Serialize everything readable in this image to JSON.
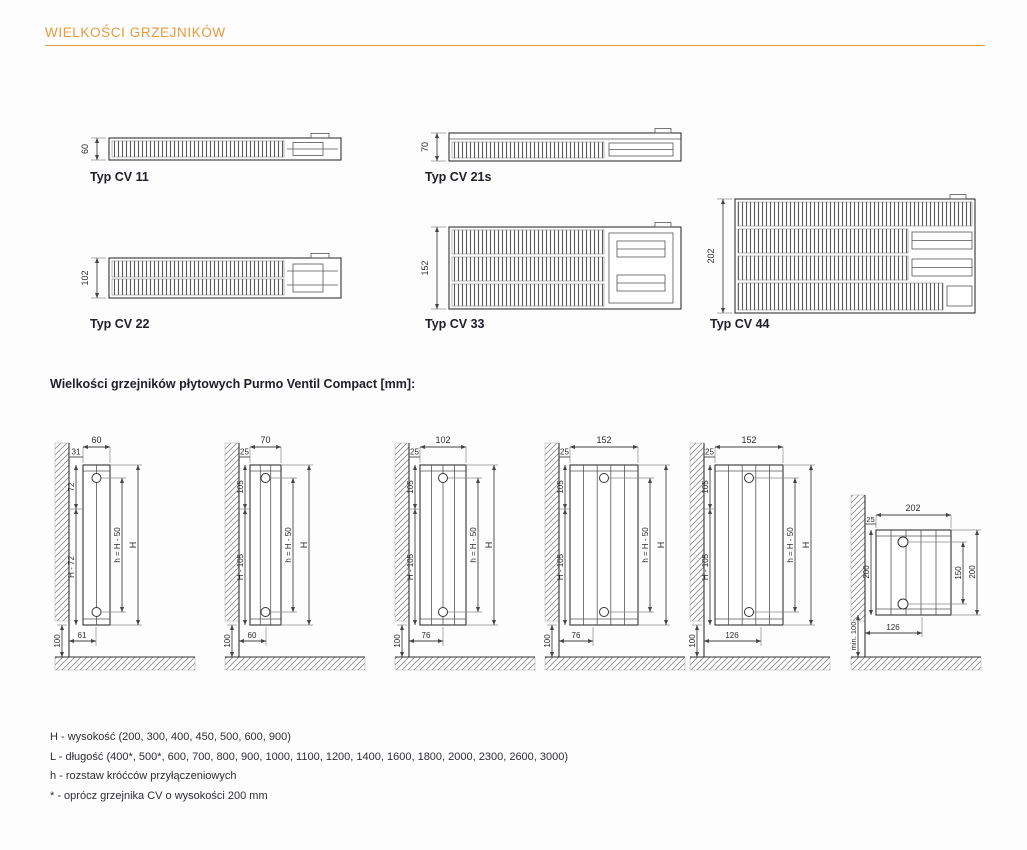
{
  "page": {
    "title": "WIELKOŚCI GRZEJNIKÓW"
  },
  "cross_sections": {
    "items": [
      {
        "label": "Typ CV 11",
        "depth": "60"
      },
      {
        "label": "Typ CV 21s",
        "depth": "70"
      },
      {
        "label": "Typ CV 22",
        "depth": "102"
      },
      {
        "label": "Typ CV 33",
        "depth": "152"
      },
      {
        "label": "Typ CV 44",
        "depth": "202"
      }
    ]
  },
  "dimensions_section": {
    "title": "Wielkości grzejników płytowych Purmo Ventil Compact [mm]:",
    "diagrams": [
      {
        "top_width": "60",
        "wall_gap": "31",
        "top_offset": "72",
        "left_height": "H - 72",
        "pipe_spacing": "h = H - 50",
        "height": "H",
        "floor_clearance": "100",
        "bottom_width": "61"
      },
      {
        "top_width": "70",
        "wall_gap": "25",
        "top_offset": "105",
        "left_height": "H - 105",
        "pipe_spacing": "h = H - 50",
        "height": "H",
        "floor_clearance": "100",
        "bottom_width": "60"
      },
      {
        "top_width": "102",
        "wall_gap": "25",
        "top_offset": "105",
        "left_height": "H - 105",
        "pipe_spacing": "h = H - 50",
        "height": "H",
        "floor_clearance": "100",
        "bottom_width": "76"
      },
      {
        "top_width": "152",
        "wall_gap": "25",
        "top_offset": "105",
        "left_height": "H - 105",
        "pipe_spacing": "h = H - 50",
        "height": "H",
        "floor_clearance": "100",
        "bottom_width": "76"
      },
      {
        "top_width": "152",
        "wall_gap": "25",
        "top_offset": "105",
        "left_height": "H - 105",
        "pipe_spacing": "h = H - 50",
        "height": "H",
        "floor_clearance": "100",
        "bottom_width": "126"
      }
    ],
    "corner_diagram": {
      "top_width": "202",
      "wall_gap": "25",
      "left_height": "200",
      "right_inner": "150",
      "right_outer": "200",
      "floor_clearance": "min. 100",
      "bottom_width": "126"
    }
  },
  "legend": {
    "lines": [
      "H - wysokość (200, 300, 400, 450, 500, 600, 900)",
      "L - długość (400*, 500*, 600, 700, 800, 900, 1000, 1100, 1200, 1400, 1600, 1800, 2000, 2300, 2600, 3000)",
      "h - rozstaw króćców przyłączeniowych",
      "* - oprócz grzejnika CV o wysokości 200 mm"
    ]
  },
  "colors": {
    "accent": "#E59B3B"
  }
}
